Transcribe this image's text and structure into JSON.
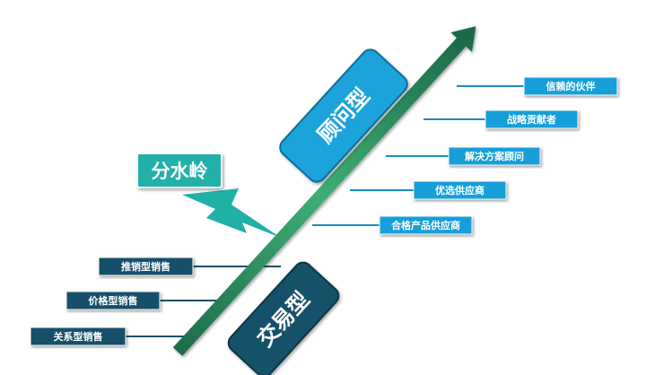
{
  "colors": {
    "arrow_dark": "#1d6b4a",
    "arrow_light": "#3fae75",
    "consultative_bg": "#1ba3dc",
    "transactional_bg": "#17516b",
    "watershed_bg": "#22b0aa",
    "lightning": "#20b0a8",
    "right_label_bg": "#159fd8",
    "left_label_bg": "#16506a",
    "line_right": "#1a8cc4",
    "line_left": "#16506a"
  },
  "consultative": {
    "label": "顾问型"
  },
  "transactional": {
    "label": "交易型"
  },
  "watershed": {
    "label": "分水岭"
  },
  "right_labels": [
    "信赖的伙伴",
    "战略贡献者",
    "解决方案顾问",
    "优选供应商",
    "合格产品供应商"
  ],
  "left_labels": [
    "推销型销售",
    "价格型销售",
    "关系型销售"
  ]
}
